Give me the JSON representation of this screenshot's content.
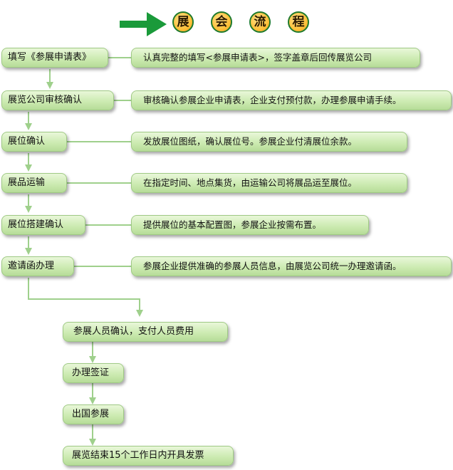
{
  "title": [
    "展",
    "会",
    "流",
    "程"
  ],
  "steps": [
    {
      "label": "填写《参展申请表》",
      "desc": "认真完整的填写<参展申请表>，签字盖章后回传展览公司"
    },
    {
      "label": "展览公司审核确认",
      "desc": "审核确认参展企业申请表，企业支付预付款，办理参展申请手续。"
    },
    {
      "label": "展位确认",
      "desc": "发放展位图纸，确认展位号。参展企业付清展位余款。"
    },
    {
      "label": "展品运输",
      "desc": "在指定时间、地点集货，由运输公司将展品运至展位。"
    },
    {
      "label": "展位搭建确认",
      "desc": "提供展位的基本配置图，参展企业按需布置。"
    },
    {
      "label": "邀请函办理",
      "desc": "参展企业提供准确的参展人员信息，由展览公司统一办理邀请函。"
    }
  ],
  "lower_steps": [
    {
      "label": "参展人员确认，支付人员费用"
    },
    {
      "label": "办理签证"
    },
    {
      "label": "出国参展"
    },
    {
      "label": "展览结束15个工作日内开具发票"
    }
  ],
  "colors": {
    "arrow": "#1a9a3a",
    "pill_light": "#e9f7d9",
    "pill_dark": "#b6dc98",
    "connector": "#9fd08c",
    "title_circle": "#ffc23a"
  }
}
